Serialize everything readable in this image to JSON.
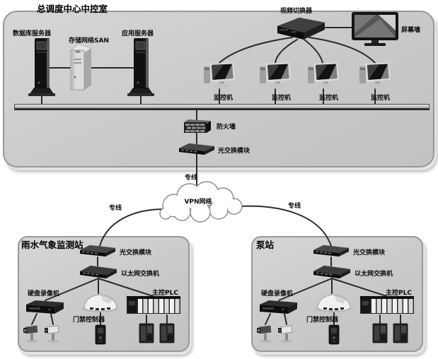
{
  "control_center": {
    "title": "总调度中心中控室",
    "database_server": "数据库服务器",
    "storage_san": "存储网络SAN",
    "app_server": "应用服务器",
    "video_switcher": "视频切换器",
    "screen_wall": "屏幕墙",
    "monitors": [
      "监控机",
      "监控机",
      "监控机",
      "监控机"
    ],
    "firewall": "防火墙",
    "optical_module": "光交换模块"
  },
  "wan": {
    "cloud_label": "VPN网络",
    "trunk_top": "专线",
    "trunk_left": "专线",
    "trunk_right": "专线"
  },
  "rain_station": {
    "title": "雨水气象监测站",
    "optical_module": "光交换模块",
    "ethernet_switch": "以太网交换机",
    "dvr": "硬盘录像机",
    "access_controller": "门禁控制器",
    "plc": "主控PLC"
  },
  "pump_station": {
    "title": "泵站",
    "optical_module": "光交换模块",
    "ethernet_switch": "以太网交换机",
    "dvr": "硬盘录像机",
    "access_controller": "门禁控制器",
    "plc": "主控PLC"
  },
  "colors": {
    "background": "#ffffff",
    "zone_fill": "#c9c9c9",
    "zone_edge": "#989898",
    "wire": "#2b2b2b",
    "device_dark": "#141414",
    "cloud_stroke": "#8a8a8a"
  }
}
